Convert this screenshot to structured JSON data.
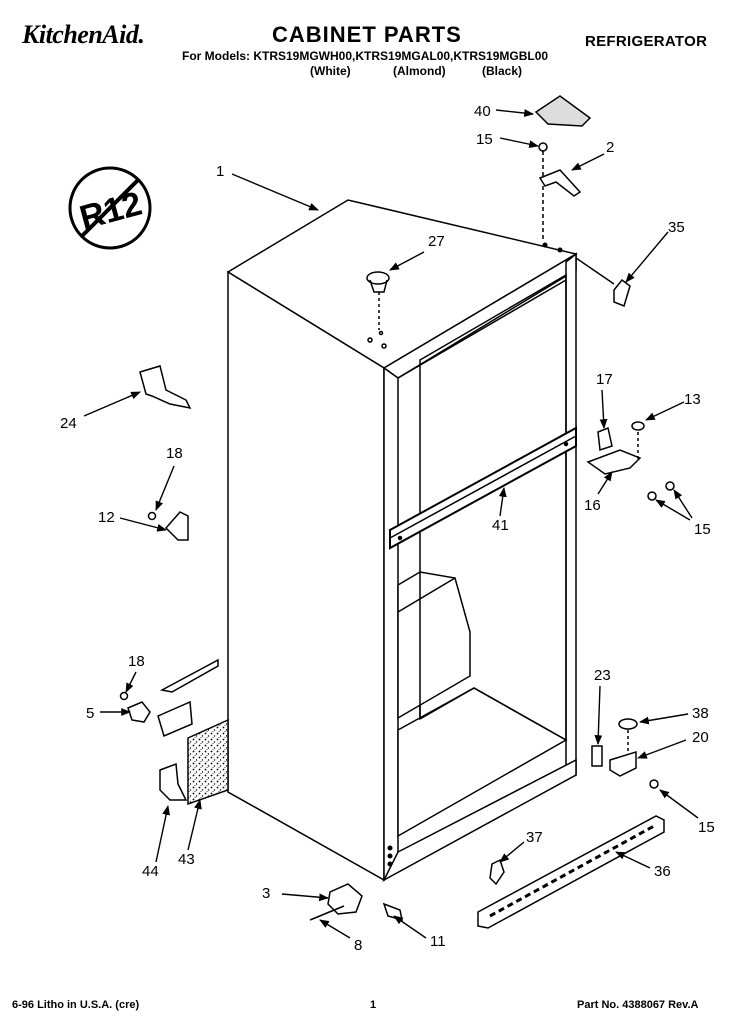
{
  "header": {
    "brand": "KitchenAid.",
    "title": "CABINET PARTS",
    "category": "REFRIGERATOR",
    "models_line": "For Models: KTRS19MGWH00,KTRS19MGAL00,KTRS19MGBL00",
    "variants": [
      "(White)",
      "(Almond)",
      "(Black)"
    ]
  },
  "badge": {
    "text": "R12"
  },
  "callouts": [
    "1",
    "27",
    "40",
    "15",
    "2",
    "35",
    "24",
    "18",
    "12",
    "17",
    "13",
    "16",
    "15",
    "41",
    "18",
    "5",
    "23",
    "38",
    "20",
    "15",
    "44",
    "43",
    "37",
    "36",
    "3",
    "11",
    "8"
  ],
  "footer": {
    "left": "6-96 Litho in U.S.A. (cre)",
    "center": "1",
    "right": "Part No. 4388067 Rev.A"
  },
  "colors": {
    "ink": "#000000",
    "paper": "#ffffff",
    "shading": "#555555"
  }
}
